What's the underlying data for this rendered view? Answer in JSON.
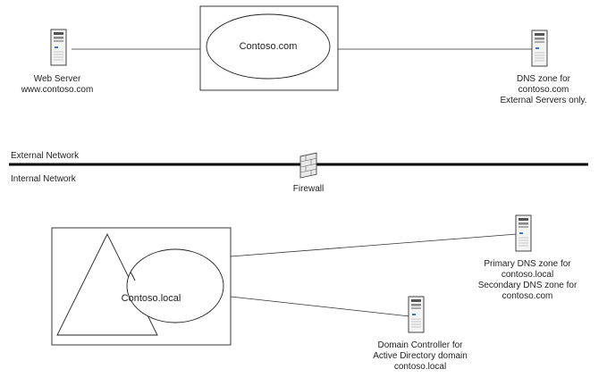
{
  "zones": {
    "external": {
      "name": "Contoso.com"
    },
    "internal": {
      "name": "Contoso.local"
    }
  },
  "network": {
    "external_label": "External Network",
    "internal_label": "Internal Network",
    "firewall_label": "Firewall"
  },
  "servers": {
    "web": {
      "lines": [
        "Web Server",
        "www.contoso.com"
      ]
    },
    "dns_external": {
      "lines": [
        "DNS zone for",
        "contoso.com",
        "External Servers only."
      ]
    },
    "dns_internal": {
      "lines": [
        "Primary DNS zone for",
        "contoso.local",
        "Secondary DNS zone for",
        "contoso.com"
      ]
    },
    "domain_controller": {
      "lines": [
        "Domain Controller for",
        "Active Directory domain",
        "contoso.local"
      ]
    }
  },
  "icons": {
    "server": "server-tower-icon",
    "firewall": "brick-firewall-icon"
  }
}
